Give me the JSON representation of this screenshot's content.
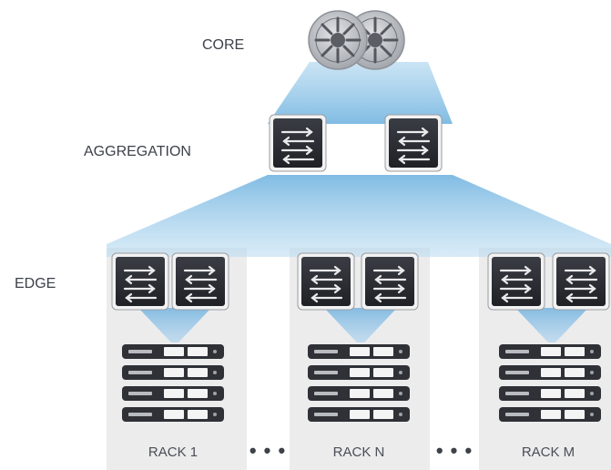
{
  "tiers": {
    "core": "CORE",
    "aggregation": "AGGREGATION",
    "edge": "EDGE"
  },
  "racks": [
    {
      "label": "RACK 1"
    },
    {
      "label": "RACK N"
    },
    {
      "label": "RACK M"
    }
  ],
  "ellipsis": "• • •",
  "colors": {
    "link_fill": "#8cc4e8",
    "rack_panel": "#ededee",
    "switch_body": "#2b2d33",
    "router_body": "#c8cacd"
  },
  "icons": {
    "core_router": "router-icon",
    "switch": "switch-icon",
    "server": "server-icon"
  }
}
